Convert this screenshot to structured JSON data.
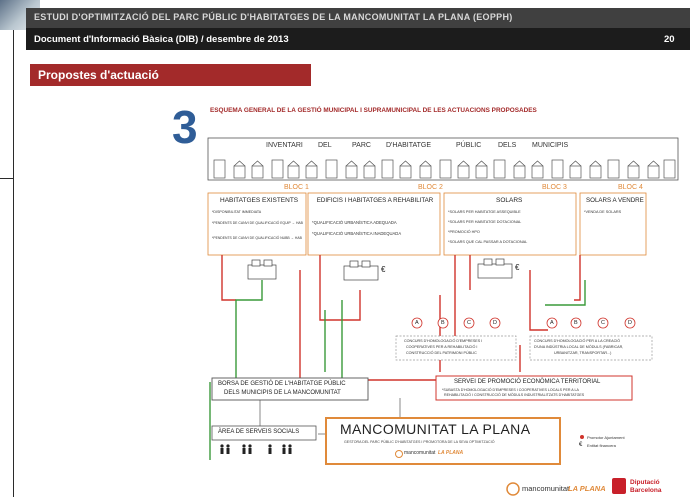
{
  "header": {
    "title": "ESTUDI D'OPTIMITZACIÓ DEL PARC PÚBLIC D'HABITATGES DE LA MANCOMUNITAT LA PLANA (EOPPH)",
    "subtitle": "Document d'Informació Bàsica (DIB) / desembre de 2013",
    "page_number": "20"
  },
  "section": {
    "title": "Propostes d'actuació"
  },
  "diagram": {
    "number": "3",
    "title": "ESQUEMA GENERAL DE LA GESTIÓ MUNICIPAL I SUPRAMUNICIPAL DE LES ACTUACIONS PROPOSADES",
    "inventory_words": [
      "INVENTARI",
      "DEL",
      "PARC",
      "D'HABITATGE",
      "PÚBLIC",
      "DELS",
      "MUNICIPIS"
    ],
    "blocs": [
      {
        "label": "BLOC 1",
        "title": "HABITATGES EXISTENTS",
        "items": [
          "*DISPONIBILITAT IMMEDIATA",
          "*PENDENTS DE CANVI DE QUALIFICACIÓ EQUIP → HAB",
          "*PENDENTS DE CANVI DE QUALIFICACIÓ NUBB → HAB"
        ]
      },
      {
        "label": "BLOC 2",
        "title": "EDIFICIS I HABITATGES A REHABILITAR",
        "items": [
          "*QUALIFICACIÓ URBANÍSTICA ADEQUADA",
          "*QUALIFICACIÓ URBANÍSTICA INADEQUADA"
        ]
      },
      {
        "label": "BLOC 3",
        "title": "SOLARS",
        "items": [
          "*SOLARS PER HABITATGE ASSEQUIBLE",
          "*SOLARS PER HABITATGE DOTACIONAL",
          "*PROMOCIÓ HPO",
          "*SOLARS QUE CAL PASSAR A DOTACIONAL"
        ]
      },
      {
        "label": "BLOC 4",
        "title": "SOLARS A VENDRE",
        "items": [
          "*VENDA DE SOLARS"
        ]
      }
    ],
    "circle_letters": [
      "A",
      "B",
      "C",
      "D"
    ],
    "concurs_left": [
      "CONCURS D'HOMOLOGACIÓ D'EMPRESES I",
      "COOPERATIVES PER A REHABILITACIÓ I",
      "CONSTRUCCIÓ DEL PATRIMONI PÚBLIC"
    ],
    "concurs_right": [
      "CONCURS D'HOMOLOGACIÓ PER A LA CREACIÓ",
      "D'UNA INDÚSTRIA LOCAL DE MÒDULS (FABRICAR,",
      "URBANITZAR, TRANSPORTAR...)"
    ],
    "servei": {
      "title": "SERVEI DE PROMOCIÓ ECONÒMICA TERRITORIAL",
      "lines": [
        "*SUBASTA D'HOMOLOGACIÓ D'EMPRESES I COOPERATIVES LOCALS PER A LA",
        "REHABILITACIÓ I CONSTRUCCIÓ DE MÒDULS INDUSTRIALITZATS D'HABITATGES"
      ]
    },
    "borsa": [
      "BORSA DE GESTIÓ DE L'HABITATGE PÚBLIC",
      "DELS MUNICIPIS DE LA MANCOMUNITAT"
    ],
    "area": "ÀREA DE SERVEIS SOCIALS",
    "mancomunitat": {
      "title": "MANCOMUNITAT LA PLANA",
      "subtitle": "GESTORA DEL PARC PÚBLIC D'HABITATGES I PROMOTORA DE LA SEVA OPTIMITZACIÓ",
      "logo_text": "mancomunitat",
      "logo_accent": "LA PLANA"
    },
    "legend": [
      {
        "symbol": "dot",
        "label": "Promotor Ajuntament"
      },
      {
        "symbol": "€",
        "label": "Entitat financera"
      }
    ]
  },
  "footer": {
    "logo_text": "mancomunitat",
    "logo_accent": "LA PLANA",
    "dipu_line1": "Diputació",
    "dipu_line2": "Barcelona"
  },
  "colors": {
    "accent_red": "#a32a2a",
    "diagram_red": "#d0342c",
    "diagram_green": "#3a9a3a",
    "number_blue": "#2f5d97",
    "bloc_orange": "#e08a3a"
  }
}
